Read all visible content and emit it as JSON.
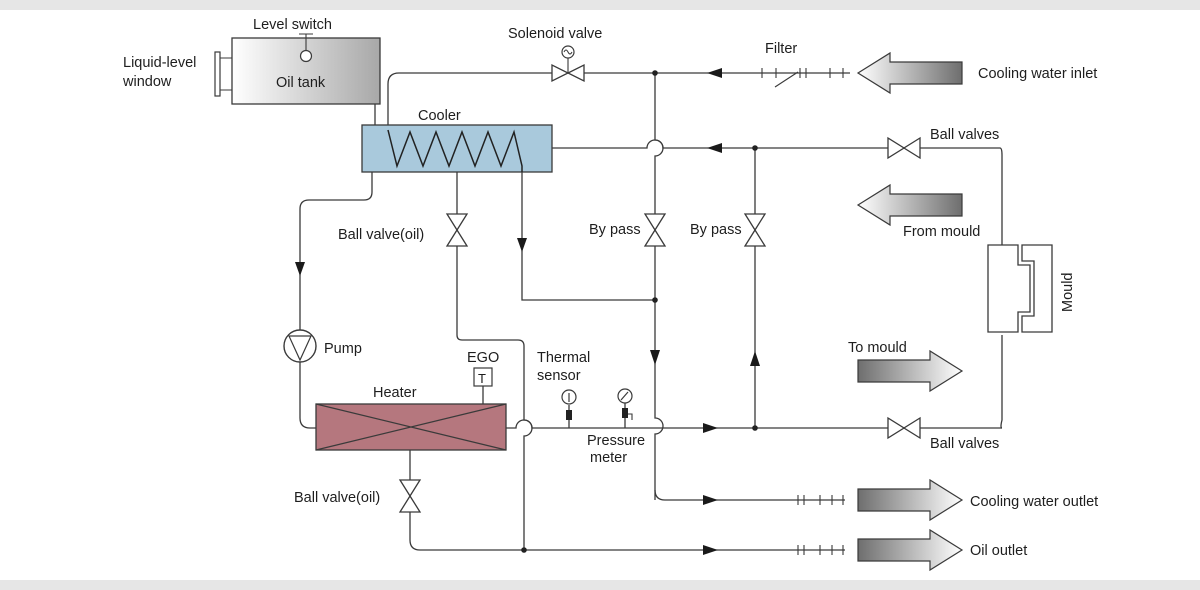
{
  "colors": {
    "background": "#ffffff",
    "frame": "#e6e6e6",
    "line": "#3a3a3a",
    "cooler_fill": "#a9c9dc",
    "heater_fill": "#b5777e",
    "tank_fill": "#b3b3b3"
  },
  "labels": {
    "level_switch": "Level switch",
    "liquid_level_window_line1": "Liquid-level",
    "liquid_level_window_line2": "window",
    "oil_tank": "Oil tank",
    "solenoid_valve": "Solenoid valve",
    "filter": "Filter",
    "cooling_water_inlet": "Cooling water inlet",
    "cooler": "Cooler",
    "ball_valves_top": "Ball valves",
    "from_mould": "From mould",
    "ball_valve_oil_upper": "Ball valve(oil)",
    "by_pass_left": "By pass",
    "by_pass_right": "By pass",
    "mould": "Mould",
    "pump": "Pump",
    "ego": "EGO",
    "ego_symbol": "T",
    "thermal_sensor_line1": "Thermal",
    "thermal_sensor_line2": "sensor",
    "heater": "Heater",
    "to_mould": "To mould",
    "pressure_meter_line1": "Pressure",
    "pressure_meter_line2": "meter",
    "ball_valves_bottom": "Ball valves",
    "ball_valve_oil_lower": "Ball valve(oil)",
    "cooling_water_outlet": "Cooling water outlet",
    "oil_outlet": "Oil outlet"
  }
}
